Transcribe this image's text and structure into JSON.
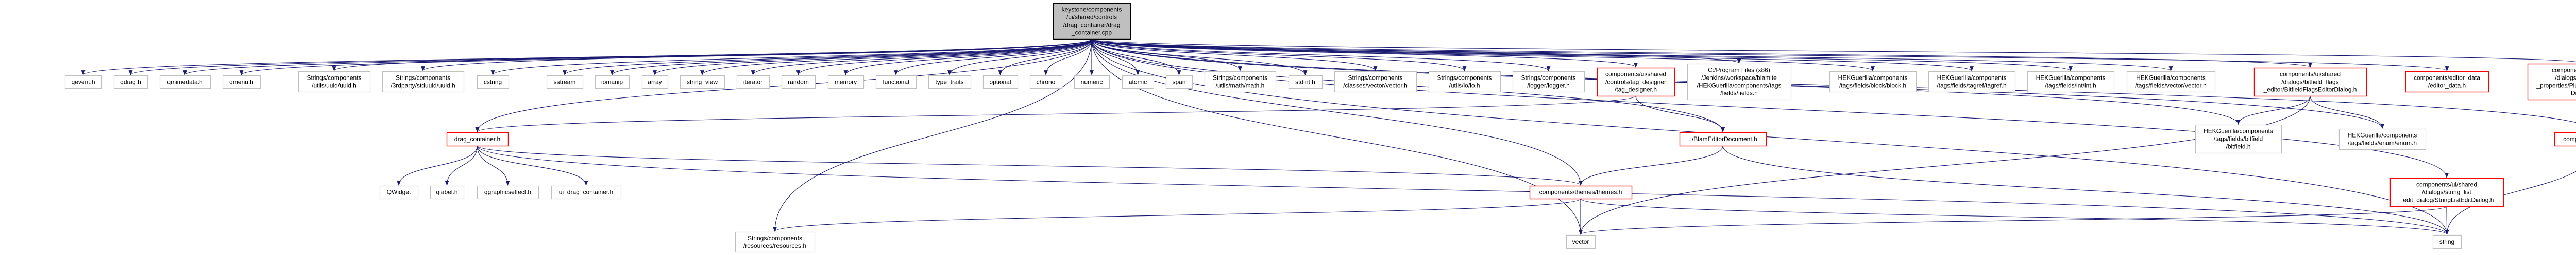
{
  "graph": {
    "colors": {
      "edge": "#191970",
      "root_fill": "#bfbfbf",
      "root_border": "#000000",
      "node_border": "#c0c0c0",
      "expandable_border": "#ff0000",
      "node_fill": "#ffffff"
    },
    "nodes": [
      {
        "id": "root",
        "style": "root",
        "lines": [
          "keystone/components",
          "/ui/shared/controls",
          "/drag_container/drag",
          "_container.cpp"
        ]
      },
      {
        "id": "qevent",
        "style": "plain",
        "lines": [
          "qevent.h"
        ]
      },
      {
        "id": "qdrag",
        "style": "plain",
        "lines": [
          "qdrag.h"
        ]
      },
      {
        "id": "qmimedata",
        "style": "plain",
        "lines": [
          "qmimedata.h"
        ]
      },
      {
        "id": "qmenu",
        "style": "plain",
        "lines": [
          "qmenu.h"
        ]
      },
      {
        "id": "uuid",
        "style": "plain",
        "lines": [
          "Strings/components",
          "/utils/uuid/uuid.h"
        ]
      },
      {
        "id": "stduuid",
        "style": "plain",
        "lines": [
          "Strings/components",
          "/3rdparty/stduuid/uuid.h"
        ]
      },
      {
        "id": "cstring",
        "style": "plain",
        "lines": [
          "cstring"
        ]
      },
      {
        "id": "sstream",
        "style": "plain",
        "lines": [
          "sstream"
        ]
      },
      {
        "id": "iomanip",
        "style": "plain",
        "lines": [
          "iomanip"
        ]
      },
      {
        "id": "array",
        "style": "plain",
        "lines": [
          "array"
        ]
      },
      {
        "id": "string_view",
        "style": "plain",
        "lines": [
          "string_view"
        ]
      },
      {
        "id": "iterator",
        "style": "plain",
        "lines": [
          "iterator"
        ]
      },
      {
        "id": "random",
        "style": "plain",
        "lines": [
          "random"
        ]
      },
      {
        "id": "memory",
        "style": "plain",
        "lines": [
          "memory"
        ]
      },
      {
        "id": "functional",
        "style": "plain",
        "lines": [
          "functional"
        ]
      },
      {
        "id": "type_traits",
        "style": "plain",
        "lines": [
          "type_traits"
        ]
      },
      {
        "id": "optional",
        "style": "plain",
        "lines": [
          "optional"
        ]
      },
      {
        "id": "chrono",
        "style": "plain",
        "lines": [
          "chrono"
        ]
      },
      {
        "id": "numeric",
        "style": "plain",
        "lines": [
          "numeric"
        ]
      },
      {
        "id": "atomic",
        "style": "plain",
        "lines": [
          "atomic"
        ]
      },
      {
        "id": "span",
        "style": "plain",
        "lines": [
          "span"
        ]
      },
      {
        "id": "math",
        "style": "plain",
        "lines": [
          "Strings/components",
          "/utils/math/math.h"
        ]
      },
      {
        "id": "stdint",
        "style": "plain",
        "lines": [
          "stdint.h"
        ]
      },
      {
        "id": "cvector",
        "style": "plain",
        "lines": [
          "Strings/components",
          "/classes/vector/vector.h"
        ]
      },
      {
        "id": "io",
        "style": "plain",
        "lines": [
          "Strings/components",
          "/utils/io/io.h"
        ]
      },
      {
        "id": "logger",
        "style": "plain",
        "lines": [
          "Strings/components",
          "/logger/logger.h"
        ]
      },
      {
        "id": "tag_designer",
        "style": "red",
        "lines": [
          "components/ui/shared",
          "/controls/tag_designer",
          "/tag_designer.h"
        ]
      },
      {
        "id": "fields",
        "style": "plain",
        "lines": [
          "C:/Program Files (x86)",
          "/Jenkins/workspace/blamite",
          "/HEKGuerilla/components/tags",
          "/fields/fields.h"
        ]
      },
      {
        "id": "block",
        "style": "plain",
        "lines": [
          "HEKGuerilla/components",
          "/tags/fields/block/block.h"
        ]
      },
      {
        "id": "tagref",
        "style": "plain",
        "lines": [
          "HEKGuerilla/components",
          "/tags/fields/tagref/tagref.h"
        ]
      },
      {
        "id": "int",
        "style": "plain",
        "lines": [
          "HEKGuerilla/components",
          "/tags/fields/int/int.h"
        ]
      },
      {
        "id": "fvector",
        "style": "plain",
        "lines": [
          "HEKGuerilla/components",
          "/tags/fields/vector/vector.h"
        ]
      },
      {
        "id": "bitfield_dlg",
        "style": "red",
        "lines": [
          "components/ui/shared",
          "/dialogs/bitfield_flags",
          "_editor/BitfieldFlagsEditorDialog.h"
        ]
      },
      {
        "id": "editor_data",
        "style": "red",
        "lines": [
          "components/editor_data",
          "/editor_data.h"
        ]
      },
      {
        "id": "plugin",
        "style": "red",
        "lines": [
          "components/ui/shared",
          "/dialogs/plugin_field",
          "_properties/PluginFieldProperties",
          "Dialog.h"
        ]
      },
      {
        "id": "drag_container",
        "style": "red",
        "lines": [
          "drag_container.h"
        ]
      },
      {
        "id": "blam",
        "style": "red",
        "lines": [
          "../BlamEditorDocument.h"
        ]
      },
      {
        "id": "bitfield",
        "style": "plain",
        "lines": [
          "HEKGuerilla/components",
          "/tags/fields/bitfield",
          "/bitfield.h"
        ]
      },
      {
        "id": "enum",
        "style": "plain",
        "lines": [
          "HEKGuerilla/components",
          "/tags/fields/enum/enum.h"
        ]
      },
      {
        "id": "utils",
        "style": "red",
        "lines": [
          "components/utils/utils.h"
        ]
      },
      {
        "id": "qwidget",
        "style": "plain",
        "lines": [
          "QWidget"
        ]
      },
      {
        "id": "qlabel",
        "style": "plain",
        "lines": [
          "qlabel.h"
        ]
      },
      {
        "id": "qgraphicseffect",
        "style": "plain",
        "lines": [
          "qgraphicseffect.h"
        ]
      },
      {
        "id": "ui_drag",
        "style": "plain",
        "lines": [
          "ui_drag_container.h"
        ]
      },
      {
        "id": "themes",
        "style": "red",
        "lines": [
          "components/themes/themes.h"
        ]
      },
      {
        "id": "stringlist",
        "style": "red",
        "lines": [
          "components/ui/shared",
          "/dialogs/string_list",
          "_edit_dialog/StringListEditDialog.h"
        ]
      },
      {
        "id": "resources",
        "style": "plain",
        "lines": [
          "Strings/components",
          "/resources/resources.h"
        ]
      },
      {
        "id": "vector",
        "style": "plain",
        "lines": [
          "vector"
        ]
      },
      {
        "id": "string",
        "style": "plain",
        "lines": [
          "string"
        ]
      }
    ],
    "edges": [
      [
        "root",
        "qevent"
      ],
      [
        "root",
        "qdrag"
      ],
      [
        "root",
        "qmimedata"
      ],
      [
        "root",
        "qmenu"
      ],
      [
        "root",
        "uuid"
      ],
      [
        "root",
        "stduuid"
      ],
      [
        "root",
        "cstring"
      ],
      [
        "root",
        "sstream"
      ],
      [
        "root",
        "iomanip"
      ],
      [
        "root",
        "array"
      ],
      [
        "root",
        "string_view"
      ],
      [
        "root",
        "iterator"
      ],
      [
        "root",
        "random"
      ],
      [
        "root",
        "memory"
      ],
      [
        "root",
        "functional"
      ],
      [
        "root",
        "type_traits"
      ],
      [
        "root",
        "optional"
      ],
      [
        "root",
        "chrono"
      ],
      [
        "root",
        "numeric"
      ],
      [
        "root",
        "atomic"
      ],
      [
        "root",
        "span"
      ],
      [
        "root",
        "math"
      ],
      [
        "root",
        "stdint"
      ],
      [
        "root",
        "cvector"
      ],
      [
        "root",
        "io"
      ],
      [
        "root",
        "logger"
      ],
      [
        "root",
        "tag_designer"
      ],
      [
        "root",
        "fields"
      ],
      [
        "root",
        "block"
      ],
      [
        "root",
        "tagref"
      ],
      [
        "root",
        "int"
      ],
      [
        "root",
        "fvector"
      ],
      [
        "root",
        "bitfield_dlg"
      ],
      [
        "root",
        "editor_data"
      ],
      [
        "root",
        "plugin"
      ],
      [
        "root",
        "drag_container"
      ],
      [
        "root",
        "blam"
      ],
      [
        "root",
        "bitfield"
      ],
      [
        "root",
        "enum"
      ],
      [
        "root",
        "utils"
      ],
      [
        "root",
        "themes"
      ],
      [
        "root",
        "stringlist"
      ],
      [
        "root",
        "resources"
      ],
      [
        "root",
        "vector"
      ],
      [
        "root",
        "string"
      ],
      [
        "drag_container",
        "qwidget"
      ],
      [
        "drag_container",
        "qlabel"
      ],
      [
        "drag_container",
        "qgraphicseffect"
      ],
      [
        "drag_container",
        "ui_drag"
      ],
      [
        "drag_container",
        "themes"
      ],
      [
        "drag_container",
        "string"
      ],
      [
        "tag_designer",
        "drag_container"
      ],
      [
        "tag_designer",
        "blam"
      ],
      [
        "blam",
        "themes"
      ],
      [
        "blam",
        "string"
      ],
      [
        "themes",
        "vector"
      ],
      [
        "themes",
        "resources"
      ],
      [
        "themes",
        "string"
      ],
      [
        "bitfield_dlg",
        "bitfield"
      ],
      [
        "bitfield_dlg",
        "enum"
      ],
      [
        "bitfield_dlg",
        "vector"
      ],
      [
        "stringlist",
        "vector"
      ],
      [
        "stringlist",
        "string"
      ],
      [
        "utils",
        "string"
      ]
    ]
  }
}
